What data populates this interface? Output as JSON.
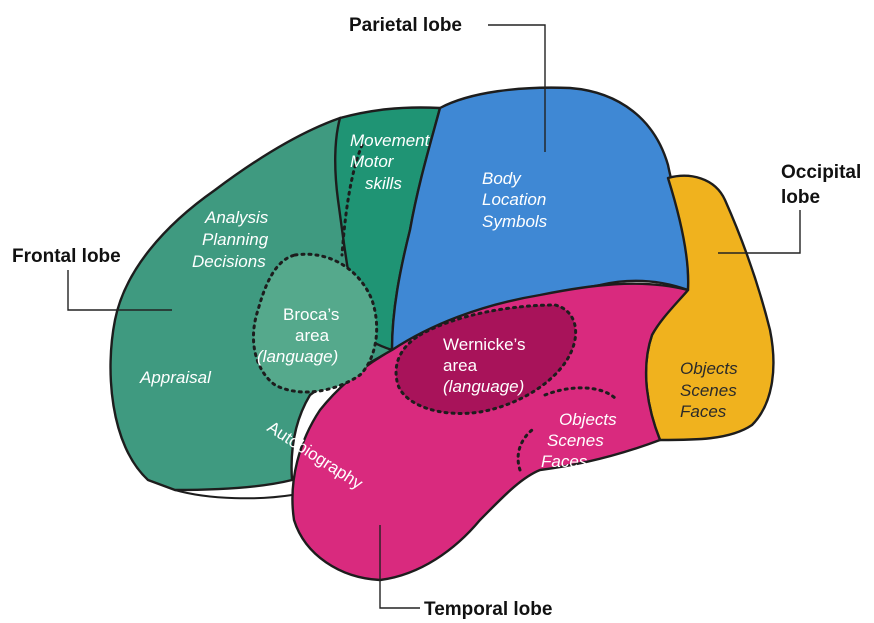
{
  "colors": {
    "frontal": "#3f9a80",
    "motor": "#1f9474",
    "broca": "#55a98c",
    "parietal": "#3f88d4",
    "occipital": "#f0b21e",
    "temporal": "#d92a7e",
    "wernicke": "#a8135a"
  },
  "labels": {
    "parietal_lobe": "Parietal lobe",
    "occipital_lobe_line1": "Occipital",
    "occipital_lobe_line2": "lobe",
    "frontal_lobe": "Frontal lobe",
    "temporal_lobe": "Temporal lobe"
  },
  "regions": {
    "motor": [
      "Movement",
      "Motor",
      "skills"
    ],
    "parietal": [
      "Body",
      "Location",
      "Symbols"
    ],
    "frontal": [
      "Analysis",
      "Planning",
      "Decisions"
    ],
    "appraisal": "Appraisal",
    "broca": [
      "Broca’s",
      "area",
      "(language)"
    ],
    "wernicke": [
      "Wernicke’s",
      "area",
      "(language)"
    ],
    "occipital": [
      "Objects",
      "Scenes",
      "Faces"
    ],
    "temporal": [
      "Objects",
      "Scenes",
      "Faces"
    ],
    "autobiography": "Autobiography"
  }
}
